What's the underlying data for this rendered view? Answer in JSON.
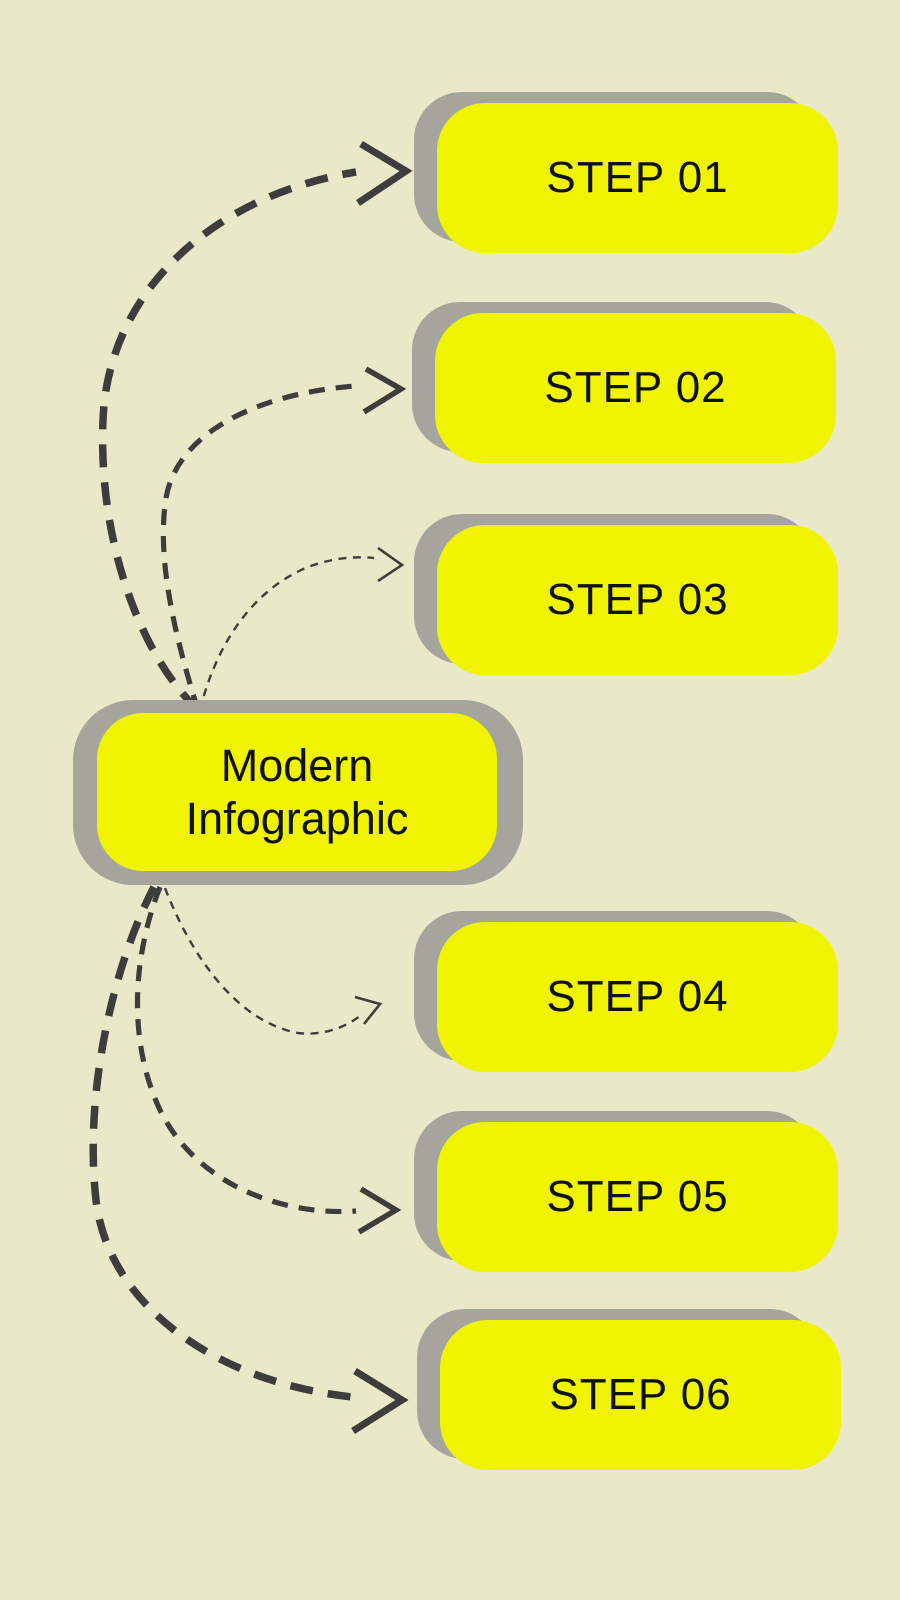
{
  "title": {
    "line1": "Modern",
    "line2": "Infographic"
  },
  "steps": [
    {
      "label": "STEP 01"
    },
    {
      "label": "STEP 02"
    },
    {
      "label": "STEP 03"
    },
    {
      "label": "STEP 04"
    },
    {
      "label": "STEP 05"
    },
    {
      "label": "STEP 06"
    }
  ],
  "colors": {
    "background": "#e9e9ca",
    "box_fill": "#f0f400",
    "box_shadow": "#a5a59d",
    "arrow": "#3d3d3d",
    "text": "#101010"
  },
  "icons": {
    "arrow_style": "dashed-curve-with-chevron-arrowhead"
  }
}
